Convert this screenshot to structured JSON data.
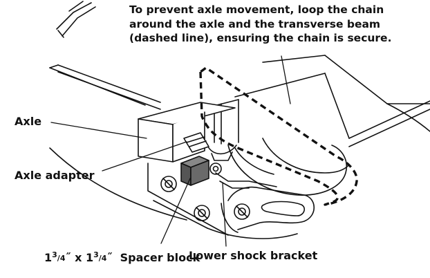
{
  "instruction": {
    "lines": [
      "To prevent axle movement, loop the chain",
      "around the axle and the transverse beam",
      "(dashed line), ensuring the chain is secure."
    ]
  },
  "labels": {
    "axle": "Axle",
    "axle_adapter": "Axle adapter",
    "spacer_whole": "1",
    "spacer_num": "3",
    "spacer_den": "4",
    "spacer_inch": "˝",
    "spacer_x": "x",
    "spacer_block": "Spacer block",
    "lower_shock_bracket": "Lower shock bracket"
  },
  "colors": {
    "ink": "#111111",
    "spacer_fill": "#555555",
    "background": "#ffffff"
  }
}
